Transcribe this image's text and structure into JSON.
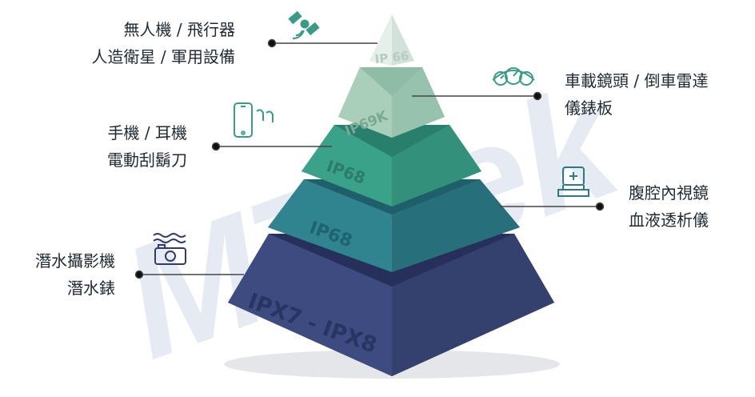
{
  "watermark": "MT-tek",
  "tiers": [
    {
      "rating": "IP 66",
      "applications": [
        "無人機 / 飛行器",
        "人造衛星 / 軍用設備"
      ],
      "icon": "satellite-icon",
      "color": "#d7e6df"
    },
    {
      "rating": "IP69K",
      "applications": [
        "車載鏡頭 / 倒車雷達",
        "儀錶板"
      ],
      "icon": "dashboard-gauge-icon",
      "color": "#a6cbb8"
    },
    {
      "rating": "IP68",
      "applications": [
        "手機 / 耳機",
        "電動刮鬍刀"
      ],
      "icon": "phone-earbuds-icon",
      "color": "#3a9b86"
    },
    {
      "rating": "IP68",
      "applications": [
        "腹腔內視鏡",
        "血液透析儀"
      ],
      "icon": "medical-device-icon",
      "color": "#2a7b86"
    },
    {
      "rating": "IPX7 - IPX8",
      "applications": [
        "潛水攝影機",
        "潛水錶"
      ],
      "icon": "underwater-camera-icon",
      "color": "#3b4a7c"
    }
  ]
}
